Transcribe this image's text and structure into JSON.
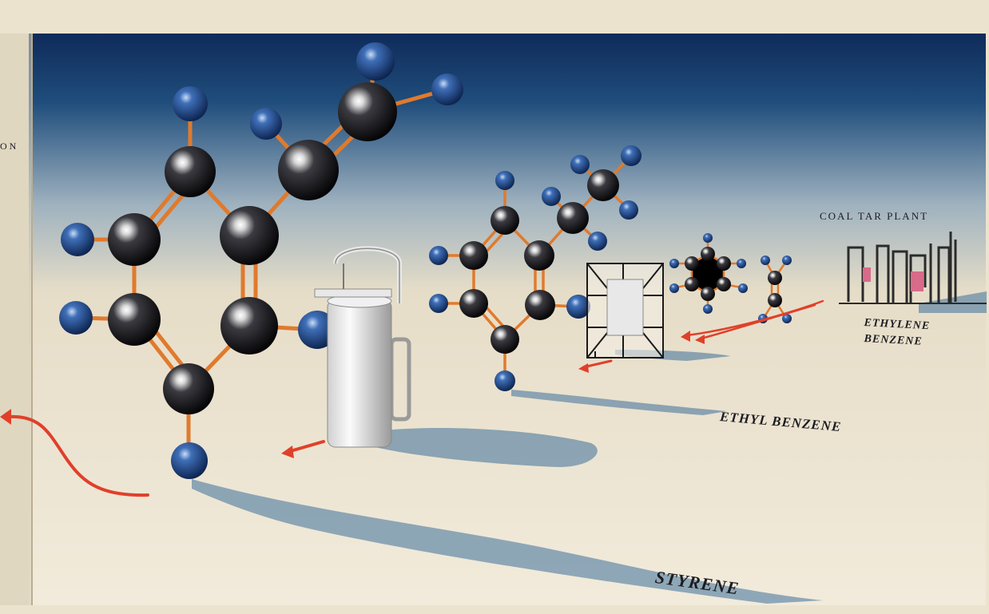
{
  "labels": {
    "styrene": "STYRENE",
    "ethyl_benzene": "ETHYL BENZENE",
    "ethylene": "ETHYLENE",
    "benzene": "BENZENE",
    "coal_tar_plant": "COAL TAR PLANT",
    "left_edge_fragment": "ON"
  },
  "colors": {
    "paper": "#ece3cf",
    "sky_top": "#0f2b5a",
    "carbon_atom": "#111116",
    "hydrogen_atom": "#1f4f9a",
    "bond": "#e07a2c",
    "arrow": "#e0402a",
    "shadow": "#3d6f9a"
  }
}
